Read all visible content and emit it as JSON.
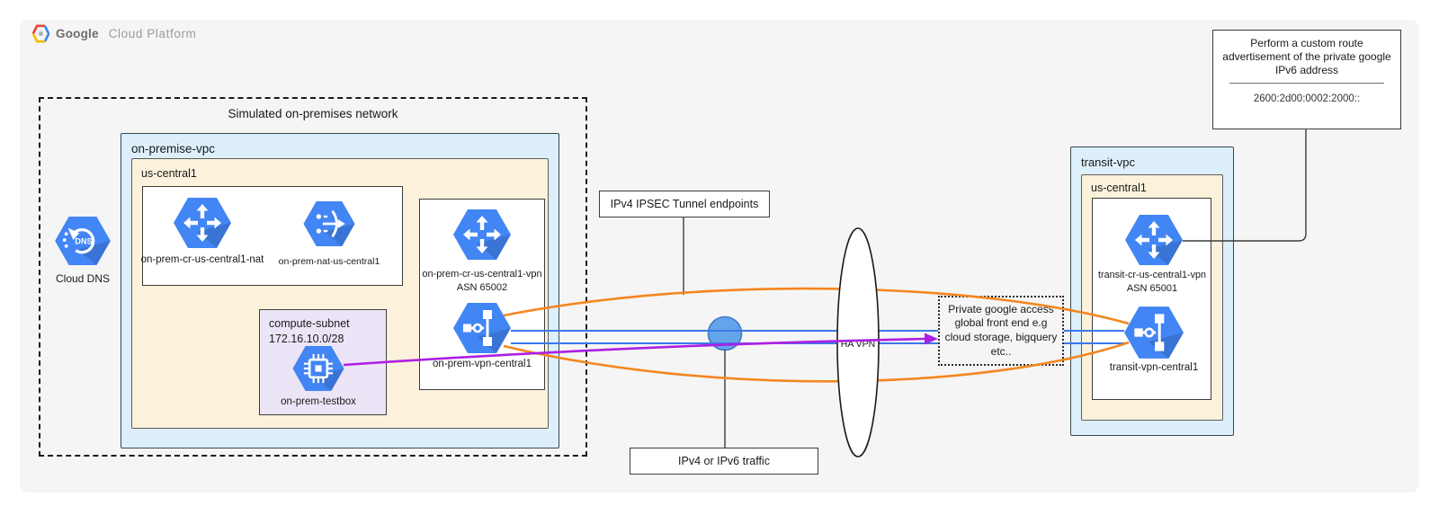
{
  "header": {
    "logo_google": "Google",
    "logo_rest": "Cloud Platform"
  },
  "colors": {
    "orange": "#F5861F",
    "blue": "#3B78E8",
    "purple": "#AD1FE3",
    "icon_blue": "#4285F4",
    "node_fill": "#64A4EA",
    "node_stroke": "#3E7AC8",
    "vpc_bg": "#DCEFFA",
    "region_bg": "#FCF2DC",
    "subnet_bg": "#ECE5F7"
  },
  "onprem": {
    "container_label": "Simulated on-premises network",
    "vpc_label": "on-premise-vpc",
    "region_label": "us-central1",
    "dns_label": "Cloud DNS",
    "router_nat_label": "on-prem-cr-us-central1-nat",
    "nat_label": "on-prem-nat-us-central1",
    "subnet_name": "compute-subnet",
    "subnet_cidr": "172.16.10.0/28",
    "testbox_label": "on-prem-testbox",
    "vpn_router_label": "on-prem-cr-us-central1-vpn",
    "vpn_router_asn": "ASN 65002",
    "vpn_gateway_label": "on-prem-vpn-central1"
  },
  "middle": {
    "ipsec_label": "IPv4 IPSEC Tunnel endpoints",
    "traffic_label": "IPv4 or IPv6 traffic",
    "havpn_label": "HA VPN",
    "pga_label": "Private google access global front end e.g cloud storage, bigquery etc.."
  },
  "transit": {
    "vpc_label": "transit-vpc",
    "region_label": "us-central1",
    "router_label": "transit-cr-us-central1-vpn",
    "router_asn": "ASN 65001",
    "vpn_gateway_label": "transit-vpn-central1"
  },
  "callout": {
    "text": "Perform a custom route advertisement of the private google IPv6 address",
    "address": "2600:2d00:0002:2000::"
  }
}
